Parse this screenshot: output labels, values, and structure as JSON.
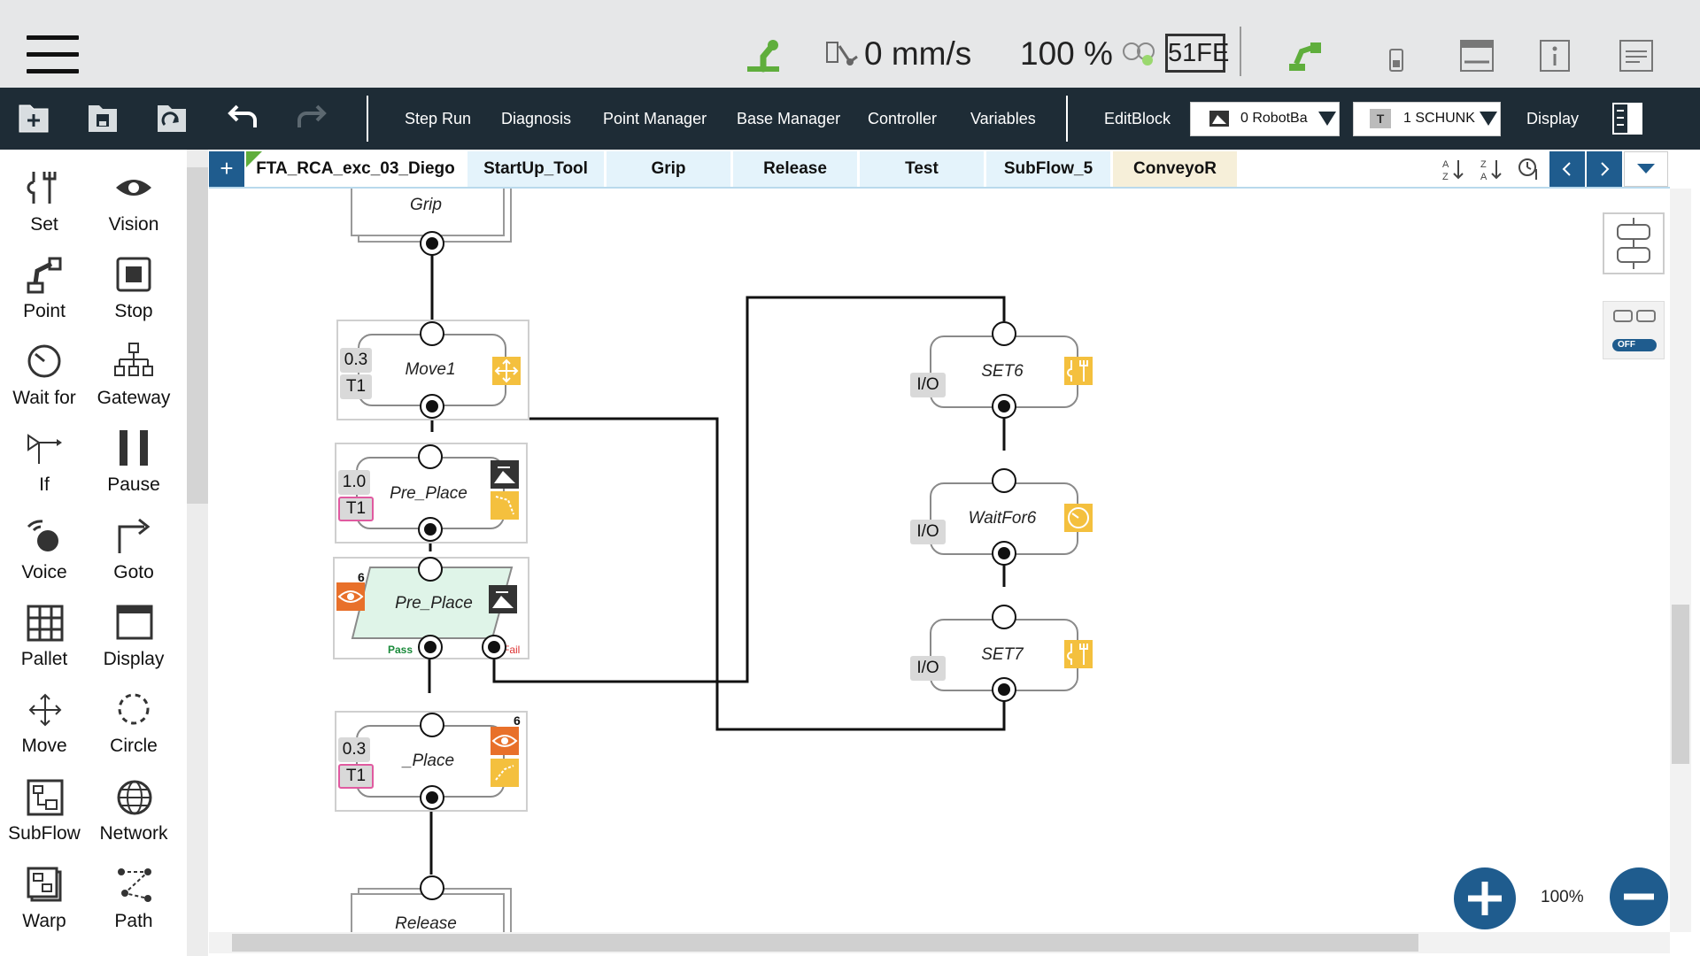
{
  "status": {
    "speed": "0 mm/s",
    "speed_percent": "100 %",
    "tag": "51FE"
  },
  "toolbar": {
    "items": [
      "Step Run",
      "Diagnosis",
      "Point Manager",
      "Base Manager",
      "Controller",
      "Variables"
    ],
    "editblock": "EditBlock",
    "base_select": "0 RobotBa",
    "tool_select": "1 SCHUNK",
    "tool_prefix": "T",
    "display": "Display"
  },
  "tabs": {
    "add": "+",
    "items": [
      "FTA_RCA_exc_03_Diego",
      "StartUp_Tool",
      "Grip",
      "Release",
      "Test",
      "SubFlow_5",
      "ConveyoR"
    ]
  },
  "palette": {
    "items": [
      "Set",
      "Vision",
      "Point",
      "Stop",
      "Wait for",
      "Gateway",
      "If",
      "Pause",
      "Voice",
      "Goto",
      "Pallet",
      "Display",
      "Move",
      "Circle",
      "SubFlow",
      "Network",
      "Warp",
      "Path"
    ]
  },
  "flow": {
    "grip": "Grip",
    "move1": {
      "label": "Move1",
      "speed": "0.3",
      "tool": "T1"
    },
    "pre_place1": {
      "label": "Pre_Place",
      "speed": "1.0",
      "tool": "T1"
    },
    "pre_place2": {
      "label": "Pre_Place",
      "number": "6",
      "pass": "Pass",
      "fail": "Fail"
    },
    "place": {
      "label": "_Place",
      "speed": "0.3",
      "tool": "T1",
      "number": "6"
    },
    "release": "Release",
    "set6": {
      "label": "SET6",
      "io": "I/O"
    },
    "waitfor6": {
      "label": "WaitFor6",
      "io": "I/O"
    },
    "set7": {
      "label": "SET7",
      "io": "I/O"
    }
  },
  "zoom": {
    "level": "100%",
    "toggle": "OFF"
  },
  "colors": {
    "toolbar": "#1e2c36",
    "accent": "#1f5c8e",
    "node_yellow": "#f4c03e",
    "vision_orange": "#e8702a",
    "green": "#5fae3c"
  }
}
